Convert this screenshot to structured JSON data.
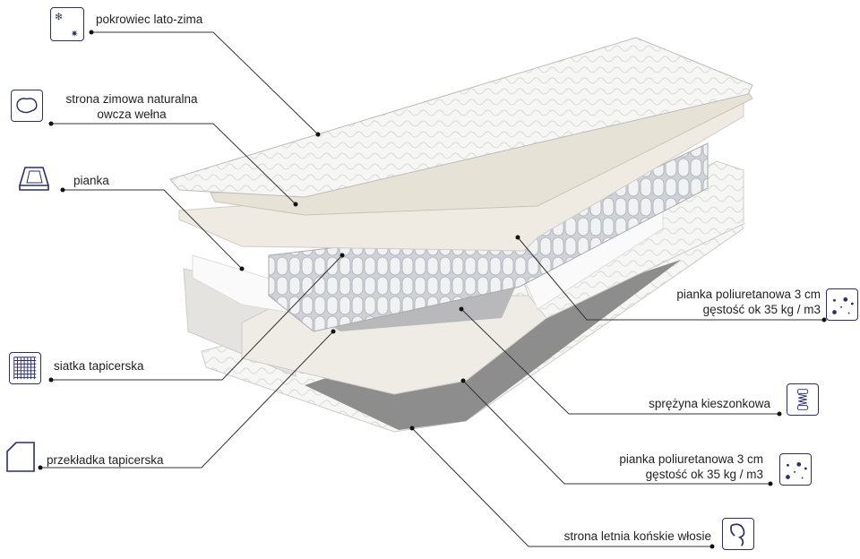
{
  "labels": {
    "cover": "pokrowiec lato-zima",
    "wool_line1": "strona zimowa naturalna",
    "wool_line2": "owcza wełna",
    "foam": "pianka",
    "mesh": "siatka tapicerska",
    "felt": "przekładka tapicerska",
    "pu_foam_top_line1": "pianka  poliuretanowa 3 cm",
    "pu_foam_top_line2": "gęstość ok 35 kg / m3",
    "pocket_spring": "sprężyna kieszonkowa",
    "pu_foam_bottom_line1": "pianka  poliuretanowa 3 cm",
    "pu_foam_bottom_line2": "gęstość ok 35 kg / m3",
    "horsehair": "strona letnia końskie włosie"
  },
  "colors": {
    "icon": "#2a2f6b",
    "line": "#333333"
  }
}
